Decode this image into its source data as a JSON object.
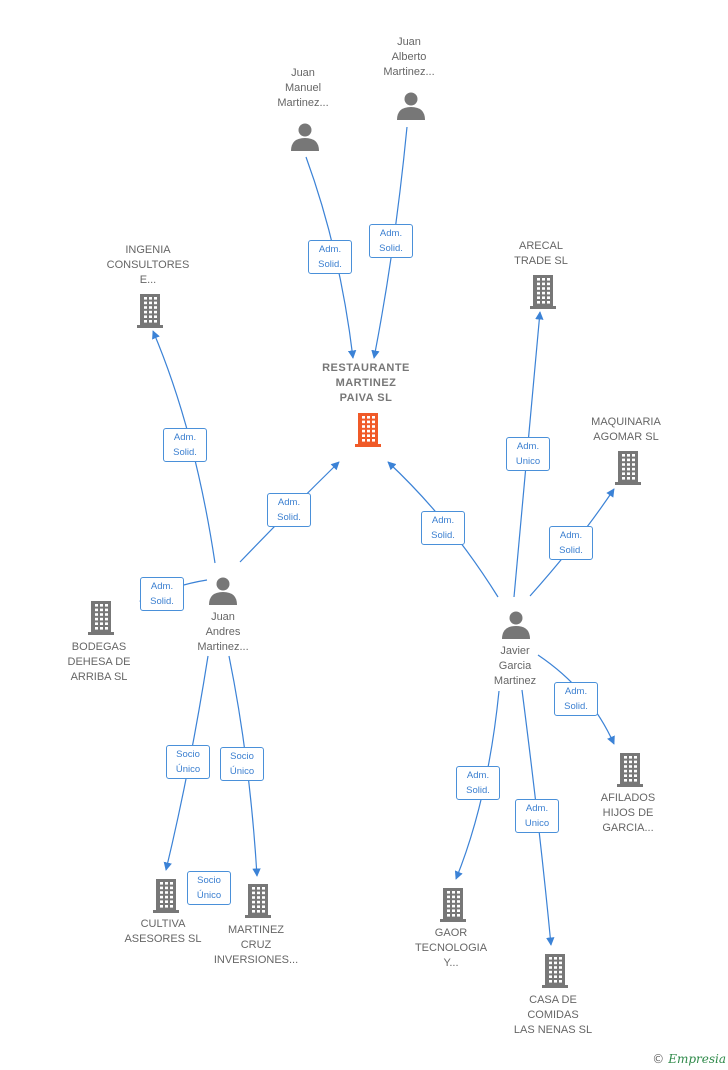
{
  "colors": {
    "edge": "#3b82d6",
    "node": "#777777",
    "focus": "#f05a28"
  },
  "nodes": {
    "restaurante": {
      "label": "RESTAURANTE\nMARTINEZ\nPAIVA  SL",
      "kind": "company",
      "focus": true
    },
    "juan_manuel": {
      "label": "Juan\nManuel\nMartinez...",
      "kind": "person"
    },
    "juan_alberto": {
      "label": "Juan\nAlberto\nMartinez...",
      "kind": "person"
    },
    "ingenia": {
      "label": "INGENIA\nCONSULTORES\nE...",
      "kind": "company"
    },
    "arecal": {
      "label": "ARECAL\nTRADE  SL",
      "kind": "company"
    },
    "maquinaria": {
      "label": "MAQUINARIA\nAGOMAR SL",
      "kind": "company"
    },
    "juan_andres": {
      "label": "Juan\nAndres\nMartinez...",
      "kind": "person"
    },
    "javier": {
      "label": "Javier\nGarcia\nMartinez",
      "kind": "person"
    },
    "bodegas": {
      "label": "BODEGAS\nDEHESA DE\nARRIBA  SL",
      "kind": "company"
    },
    "afilados": {
      "label": "AFILADOS\nHIJOS DE\nGARCIA...",
      "kind": "company"
    },
    "cultiva": {
      "label": "CULTIVA\nASESORES  SL",
      "kind": "company"
    },
    "martinez_cruz": {
      "label": "MARTINEZ\nCRUZ\nINVERSIONES...",
      "kind": "company"
    },
    "gaor": {
      "label": "GAOR\nTECNOLOGIA\nY...",
      "kind": "company"
    },
    "casa": {
      "label": "CASA DE\nCOMIDAS\nLAS NENAS  SL",
      "kind": "company"
    }
  },
  "edges": [
    {
      "id": "e1",
      "from": "juan_manuel",
      "to": "restaurante",
      "label": "Adm.\nSolid."
    },
    {
      "id": "e2",
      "from": "juan_alberto",
      "to": "restaurante",
      "label": "Adm.\nSolid."
    },
    {
      "id": "e3",
      "from": "juan_andres",
      "to": "ingenia",
      "label": "Adm.\nSolid."
    },
    {
      "id": "e4",
      "from": "juan_andres",
      "to": "restaurante",
      "label": "Adm.\nSolid."
    },
    {
      "id": "e5",
      "from": "javier",
      "to": "restaurante",
      "label": "Adm.\nSolid."
    },
    {
      "id": "e6",
      "from": "javier",
      "to": "arecal",
      "label": "Adm.\nUnico"
    },
    {
      "id": "e7",
      "from": "javier",
      "to": "maquinaria",
      "label": "Adm.\nSolid."
    },
    {
      "id": "e8",
      "from": "juan_andres",
      "to": "bodegas",
      "label": "Adm.\nSolid."
    },
    {
      "id": "e9",
      "from": "javier",
      "to": "afilados",
      "label": "Adm.\nSolid."
    },
    {
      "id": "e10",
      "from": "juan_andres",
      "to": "cultiva",
      "label": "Socio\nÚnico"
    },
    {
      "id": "e11",
      "from": "juan_andres",
      "to": "martinez_cruz",
      "label": "Socio\nÚnico"
    },
    {
      "id": "e12",
      "from": "javier",
      "to": "gaor",
      "label": "Adm.\nSolid."
    },
    {
      "id": "e13",
      "from": "javier",
      "to": "casa",
      "label": "Adm.\nUnico"
    }
  ],
  "extra_badges": [
    {
      "id": "b_extra",
      "label": "Socio\nÚnico"
    }
  ],
  "brand": {
    "copyright": "©",
    "name": "Empresia"
  }
}
